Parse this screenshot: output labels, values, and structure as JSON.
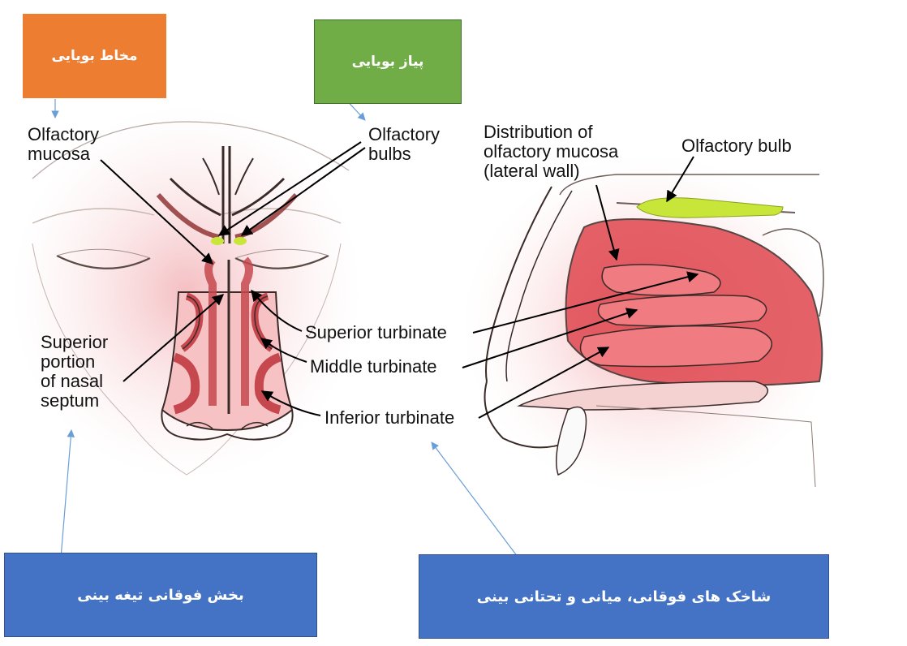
{
  "boxes": {
    "olfactory_mucosa_fa": "مخاط بویایی",
    "olfactory_bulb_fa": "پیاز بویایی",
    "septum_fa": "بخش فوقانی تیغه بینی",
    "turbinates_fa": "شاخک های فوقانی، میانی و تحتانی بینی"
  },
  "labels": {
    "olfactory_mucosa_1": "Olfactory",
    "olfactory_mucosa_2": "mucosa",
    "olfactory_bulbs_1": "Olfactory",
    "olfactory_bulbs_2": "bulbs",
    "distribution_1": "Distribution of",
    "distribution_2": "olfactory mucosa",
    "distribution_3": "(lateral wall)",
    "olfactory_bulb": "Olfactory bulb",
    "superior_turbinate": "Superior turbinate",
    "middle_turbinate": "Middle turbinate",
    "inferior_turbinate": "Inferior turbinate",
    "septum_1": "Superior",
    "septum_2": "portion",
    "septum_3": "of nasal",
    "septum_4": "septum"
  },
  "colors": {
    "orange_box": "#ED7D31",
    "green_box": "#70AD47",
    "blue_box": "#4472C4",
    "arrow_blue": "#6A9ED8",
    "tissue_red": "#E0474F",
    "bulb_yellow": "#C8E63A"
  }
}
